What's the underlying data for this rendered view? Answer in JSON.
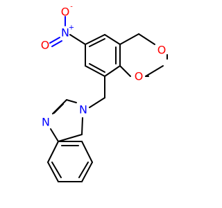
{
  "molecule": {
    "atoms": {
      "nitro_o_top": {
        "label": "O",
        "charge": "-"
      },
      "nitro_n": {
        "label": "N",
        "charge": "+"
      },
      "nitro_o_left": {
        "label": "O"
      },
      "ring_o_upper": {
        "label": "O"
      },
      "ring_o_lower": {
        "label": "O"
      },
      "imid_n1": {
        "label": "N"
      },
      "imid_n3": {
        "label": "N"
      }
    }
  },
  "colors": {
    "bond": "#000000",
    "nitrogen": "#0000ff",
    "oxygen": "#ff0000",
    "background": "#ffffff"
  }
}
